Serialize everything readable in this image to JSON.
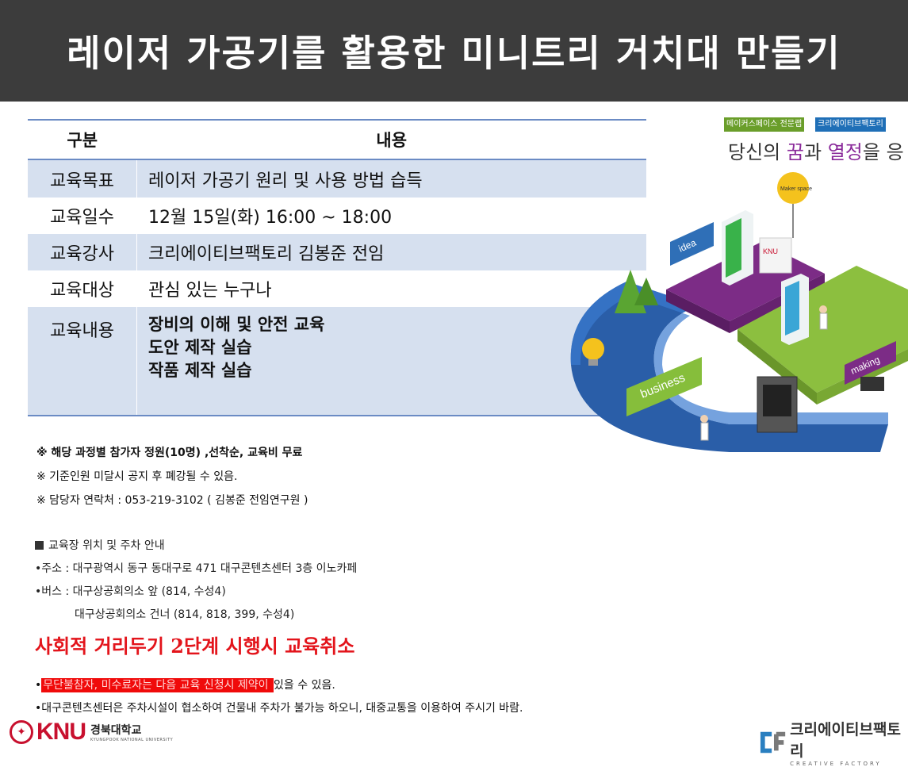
{
  "title": "레이저 가공기를 활용한 미니트리 거치대 만들기",
  "table": {
    "headers": [
      "구분",
      "내용"
    ],
    "rows": [
      {
        "label": "교육목표",
        "value": "레이저 가공기 원리 및 사용 방법 습득"
      },
      {
        "label": "교육일수",
        "value": "12월 15일(화) 16:00  ~ 18:00"
      },
      {
        "label": "교육강사",
        "value": "크리에이티브팩토리 김봉준 전임"
      },
      {
        "label": "교육대상",
        "value": "관심 있는 누구나"
      },
      {
        "label": "교육내용",
        "lines": [
          "장비의 이해 및 안전 교육",
          "도안 제작 실습",
          "작품 제작 실습"
        ]
      }
    ]
  },
  "notes": [
    "※ 해당 과정별 참가자 정원(10명) ,선착순, 교육비 무료",
    "※ 기준인원 미달시 공지 후 폐강될 수 있음.",
    "※ 담당자 연락처 : 053-219-3102 ( 김봉준 전임연구원 )"
  ],
  "location": {
    "heading": "교육장 위치 및 주차 안내",
    "address": "•주소 : 대구광역시 동구 동대구로 471  대구콘텐츠센터 3층 이노카페",
    "bus1": "•버스 : 대구상공회의소 앞 (814,  수성4)",
    "bus2": "대구상공회의소 건너 (814,  818,  399,  수성4)"
  },
  "cancel_notice": "사회적 거리두기 2단계 시행시 교육취소",
  "bullets": {
    "b1_prefix": "•",
    "b1_highlight": "무단불참자, 미수료자는 다음 교육 신청시 제약이 ",
    "b1_rest": "있을 수 있음.",
    "b2": "•대구콘텐츠센터은 주차시설이 협소하여 건물내 주차가 불가능 하오니, 대중교통을 이용하여 주시기 바람."
  },
  "illustration": {
    "tag1": "메이커스페이스 전문랩",
    "tag2": "크리에이티브팩토리",
    "slogan_a": "당신의 ",
    "slogan_b": "꿈",
    "slogan_c": "과 ",
    "slogan_d": "열정",
    "slogan_e": "을 응",
    "sign_maker": "Maker space",
    "sign_idea": "idea",
    "sign_business": "business",
    "sign_making": "making",
    "sign_knu": "KNU"
  },
  "logos": {
    "knu_mark": "KNU",
    "knu_korean": "경북대학교",
    "knu_english": "KYUNGPOOK NATIONAL UNIVERSITY",
    "cf_korean": "크리에이티브팩토리",
    "cf_english": "CREATIVE FACTORY"
  },
  "colors": {
    "title_bar": "#3c3c3c",
    "table_shade": "#d6e0ef",
    "cancel_red": "#e3141b",
    "highlight": "#f00a0a"
  }
}
